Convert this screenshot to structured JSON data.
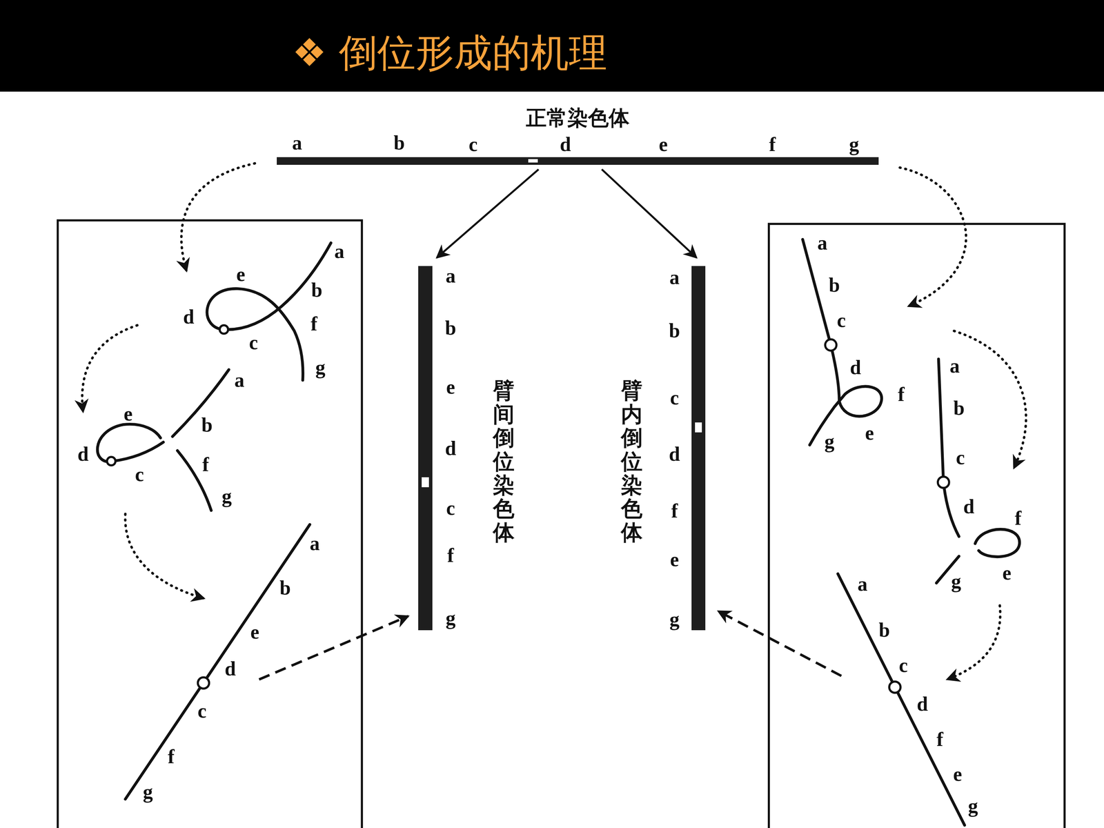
{
  "diagram": {
    "title": "❖ 倒位形成的机理",
    "nodes": [
      {
        "text": [
          "正常染色体"
        ]
      },
      {
        "text": [
          "臂间倒位染色体"
        ]
      },
      {
        "text": [
          "臂内倒位染色体"
        ]
      }
    ],
    "edges": [
      {
        "from": 0,
        "to": 1,
        "arrow": "to"
      },
      {
        "from": 0,
        "to": 2,
        "arrow": "to"
      }
    ],
    "labels": [
      "a",
      "b",
      "c",
      "d",
      "e",
      "f",
      "g",
      "a",
      "b",
      "e",
      "d",
      "c",
      "f",
      "g",
      "a",
      "b",
      "c",
      "d",
      "f",
      "e",
      "g",
      "a",
      "b",
      "e",
      "d",
      "c",
      "f",
      "g",
      "a",
      "b",
      "e",
      "d",
      "c",
      "f",
      "g",
      "a",
      "b",
      "e",
      "d",
      "c",
      "f",
      "g",
      "a",
      "b",
      "c",
      "d",
      "f",
      "e",
      "g",
      "a",
      "b",
      "c",
      "d",
      "f",
      "e",
      "g",
      "a",
      "b",
      "c",
      "d",
      "f",
      "e",
      "g"
    ]
  }
}
